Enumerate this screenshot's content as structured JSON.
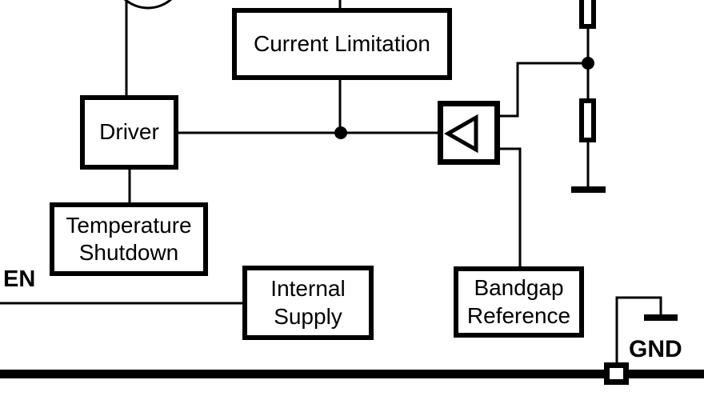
{
  "canvas": {
    "background": "#ffffff",
    "ink": "#000000"
  },
  "blocks": {
    "current_limitation": {
      "label": "Current Limitation"
    },
    "driver": {
      "label": "Driver"
    },
    "temperature_shutdown": {
      "label_line1": "Temperature",
      "label_line2": "Shutdown"
    },
    "internal_supply": {
      "label_line1": "Internal",
      "label_line2": "Supply"
    },
    "bandgap_reference": {
      "label_line1": "Bandgap",
      "label_line2": "Reference"
    }
  },
  "pin_labels": {
    "enable": "EN",
    "ground": "GND"
  },
  "icons": {
    "amplifier_icon": "left-pointing-triangle",
    "resistor_icon": "rectangle-outline",
    "ground_icon": "thick-horizontal-bar",
    "junction_dot_icon": "filled-circle",
    "pass_transistor_icon": "circle-arc",
    "ground_pad_icon": "square-pin-on-rail"
  }
}
